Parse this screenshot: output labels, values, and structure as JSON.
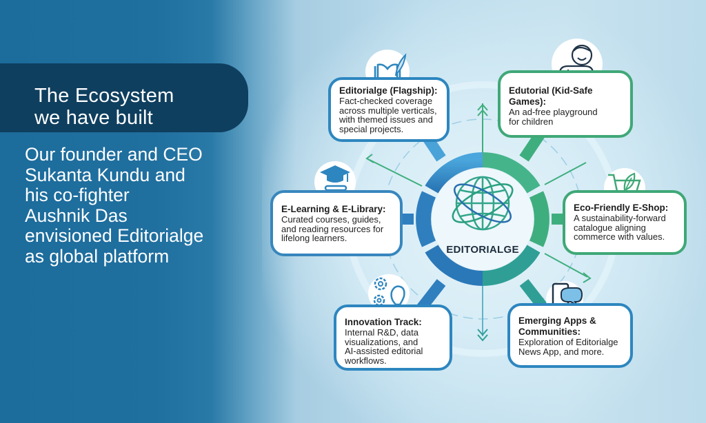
{
  "left_panel": {
    "title_lines": [
      "The Ecosystem",
      "we have built"
    ],
    "description_lines": [
      "Our founder and CEO",
      "Sukanta Kundu and",
      "his co-fighter",
      "Aushnik Das",
      "envisioned Editorialge",
      "as global platform"
    ]
  },
  "hub": {
    "logo_icon": "globe-orbit-icon",
    "label": "EDITORIALGE"
  },
  "nodes": [
    {
      "id": "flagship",
      "icon": "book-quill-icon",
      "title": "Editorialge (Flagship):",
      "body_lines": [
        "Fact-checked coverage",
        "across multiple verticals,",
        "with themed issues and",
        "special projects."
      ]
    },
    {
      "id": "kid-safe-games",
      "icon": "child-gamepad-icon",
      "title_lines": [
        "Edutorial (Kid-Safe",
        "Games):"
      ],
      "body_lines": [
        "An ad-free playground",
        "for children"
      ]
    },
    {
      "id": "e-learning",
      "icon": "graduation-cap-books-icon",
      "title": "E-Learning & E-Library:",
      "body_lines": [
        "Curated courses, guides,",
        "and reading resources for",
        "lifelong learners."
      ]
    },
    {
      "id": "eco-shop",
      "icon": "cart-leaf-icon",
      "title": "Eco-Friendly E-Shop:",
      "body_lines": [
        "A sustainability-forward",
        "catalogue aligning",
        "commerce with values."
      ]
    },
    {
      "id": "innovation",
      "icon": "gears-lightbulb-icon",
      "title": "Innovation Track:",
      "body_lines": [
        "Internal R&D, data",
        "visualizations, and",
        "AI-assisted editorial",
        "workflows."
      ]
    },
    {
      "id": "emerging-apps",
      "icon": "phone-chat-icon",
      "title_lines": [
        "Emerging Apps &",
        "Communities:"
      ],
      "body_lines": [
        "Exploration of Editorialge",
        "News App, and more."
      ]
    }
  ],
  "colors": {
    "left_bg": "#1f6f9f",
    "title_pill": "#0f3f5f",
    "ring_blue": "#2f7fbf",
    "ring_lightblue": "#4aa3d8",
    "ring_green": "#3fae7e",
    "ring_teal": "#2f9f95",
    "hub_text": "#1f2f3f"
  }
}
